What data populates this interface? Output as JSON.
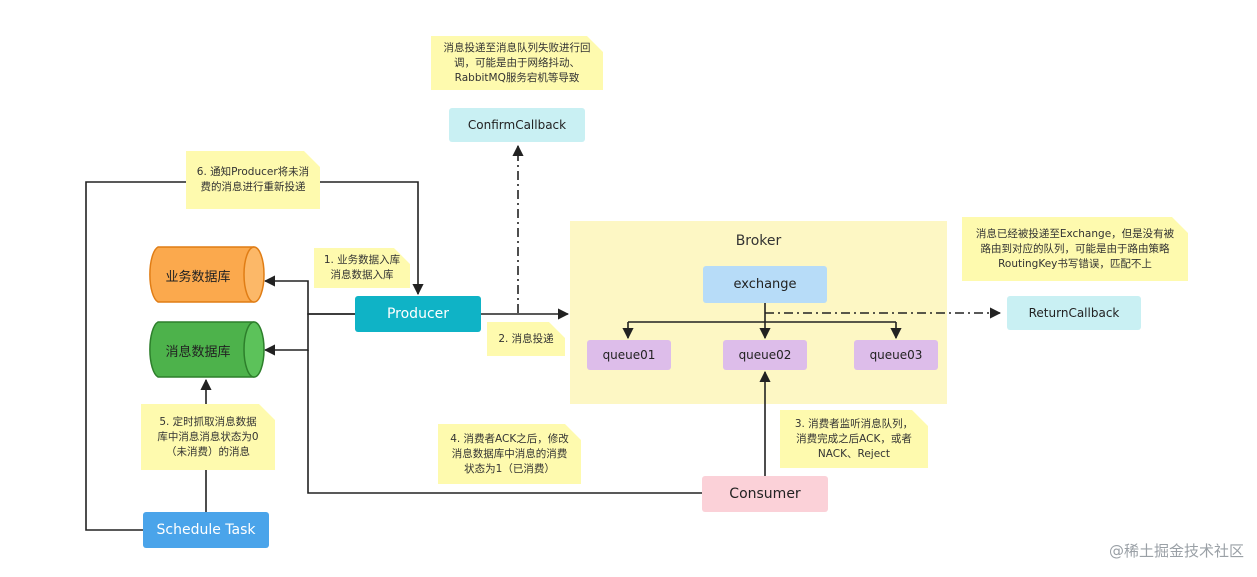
{
  "diagram": {
    "broker_label": "Broker",
    "nodes": {
      "producer": "Producer",
      "exchange": "exchange",
      "queue01": "queue01",
      "queue02": "queue02",
      "queue03": "queue03",
      "consumer": "Consumer",
      "schedule_task": "Schedule Task",
      "business_db": "业务数据库",
      "message_db": "消息数据库",
      "confirm_callback": "ConfirmCallback",
      "return_callback": "ReturnCallback"
    },
    "notes": {
      "confirm_note": "消息投递至消息队列失败进行回\n调，可能是由于网络抖动、\nRabbitMQ服务宕机等导致",
      "step6": "6. 通知Producer将未消\n费的消息进行重新投递",
      "step1": "1. 业务数据入库\n消息数据入库",
      "step2": "2. 消息投递",
      "return_note": "消息已经被投递至Exchange，但是没有被\n路由到对应的队列，可能是由于路由策略\nRoutingKey书写错误，匹配不上",
      "step5": "5. 定时抓取消息数据\n库中消息消息状态为0\n（未消费）的消息",
      "step4": "4. 消费者ACK之后，修改\n消息数据库中消息的消费\n状态为1（已消费）",
      "step3": "3. 消费者监听消息队列，\n消费完成之后ACK，或者\nNACK、Reject"
    },
    "colors": {
      "producer": "#0fb3c6",
      "exchange": "#b7dcf8",
      "queue": "#ddbdea",
      "consumer": "#fbd1d8",
      "schedule_task": "#4aa4ea",
      "business_db": "#fba94d",
      "message_db": "#4db24b",
      "callback": "#c9f0f3",
      "broker_bg": "#fdf7c4",
      "note_bg": "#fefaae"
    }
  },
  "watermark": "@稀土掘金技术社区"
}
